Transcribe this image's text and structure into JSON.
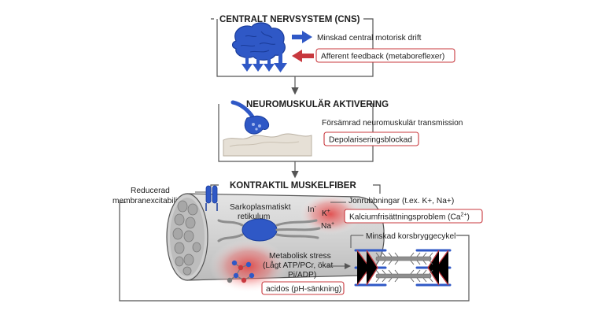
{
  "cns": {
    "title": "CENTRALT NERVSYSTEM (CNS)",
    "motor_drive": "Minskad central motorisk drift",
    "feedback": "Afferent feedback (metaboreflexer)"
  },
  "neuromuscular": {
    "title": "NEUROMUSKULÄR AKTIVERING",
    "transmission": "Försämrad neuromuskulär transmission",
    "block": "Depolariseringsblockad"
  },
  "fiber": {
    "title": "KONTRAKTIL MUSKELFIBER",
    "reduced_line1": "Reducerad",
    "reduced_line2": "membranexcitabilitet",
    "sr_line1": "Sarkoplasmatiskt",
    "sr_line2": "retikulum",
    "ion_in": "In",
    "ion_in_sup": "-",
    "ion_k": "K",
    "ion_k_sup": "+",
    "ion_na": "Na",
    "ion_na_sup": "+",
    "ion_imbalance": "Jonrubbningar (t.ex. K+, Na+)",
    "calcium_text": "Kalciumfrisättningsproblem (Ca",
    "calcium_sup": "2+",
    "calcium_end": ")",
    "crossbridge": "Minskad korsbryggecykel",
    "stress_line1": "Metabolisk stress",
    "stress_line2": "(Lågt ATP/PCr, ökat",
    "stress_line3": "Pi/ADP)",
    "acidosis": "acidos (pH-sänkning)"
  },
  "colors": {
    "blue": "#2f58c6",
    "red_arrow": "#c8383e",
    "red_box": "#c8383e",
    "line": "#555555",
    "sand": "#e6e0d6",
    "glow": "#e23a3a"
  },
  "icons": [
    "brain-icon",
    "arrow-right-icon",
    "arrow-left-icon",
    "arrow-down-icon",
    "synapse-icon",
    "muscle-fiber-icon",
    "molecule-icon",
    "sarcomere-icon"
  ]
}
